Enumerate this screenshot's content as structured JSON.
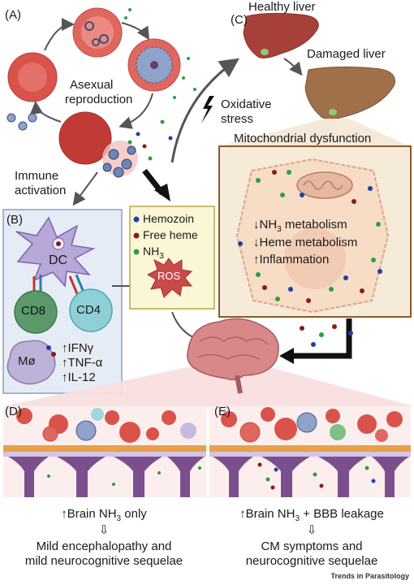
{
  "panels": {
    "a": {
      "letter": "(A)",
      "asexual_line1": "Asexual",
      "asexual_line2": "reproduction",
      "immune_line1": "Immune",
      "immune_line2": "activation"
    },
    "b": {
      "letter": "(B)",
      "dc": "DC",
      "cd8": "CD8",
      "cd4": "CD4",
      "macrophage": "Mø",
      "cytokines": [
        "↑IFNγ",
        "↑TNF-α",
        "↑IL-12"
      ]
    },
    "products": {
      "legend": [
        {
          "label": "Hemozoin",
          "color": "#1f3fa8"
        },
        {
          "label": "Free heme",
          "color": "#8b1a1a"
        },
        {
          "label": "NH",
          "sub": "3",
          "color": "#2e9e3e"
        }
      ],
      "ros": "ROS"
    },
    "c": {
      "letter": "(C)",
      "healthy_liver": "Healthy liver",
      "damaged_liver": "Damaged liver",
      "oxidative_line1": "Oxidative",
      "oxidative_line2": "stress",
      "mito_title": "Mitochondrial dysfunction",
      "effects": [
        {
          "arrow": "↓",
          "pre": "NH",
          "sub": "3",
          "post": " metabolism"
        },
        {
          "arrow": "↓",
          "pre": "Heme metabolism",
          "sub": "",
          "post": ""
        },
        {
          "arrow": "↑",
          "pre": "Inflammation",
          "sub": "",
          "post": ""
        }
      ]
    },
    "d": {
      "letter": "(D)",
      "finding_pre": "↑Brain NH",
      "finding_sub": "3",
      "finding_post": " only",
      "down": "⇩",
      "outcome_line1": "Mild encephalopathy and",
      "outcome_line2": "mild neurocognitive sequelae"
    },
    "e": {
      "letter": "(E)",
      "finding_pre": "↑Brain NH",
      "finding_sub": "3",
      "finding_post": " + BBB leakage",
      "down": "⇩",
      "outcome_line1": "CM symptoms and",
      "outcome_line2": "neurocognitive sequelae"
    }
  },
  "footer": {
    "journal": "Trends in Parasitology"
  },
  "colors": {
    "rbc": "#d9534a",
    "liver_healthy": "#a8403a",
    "liver_damaged": "#a0704a",
    "mito_box": "#f6ead9",
    "mito_border": "#8a5a2a",
    "immune_box": "#e6ecf5",
    "products_box": "#fbf6d6",
    "ros": "#c94a4a",
    "vessel": "#7b4f8e"
  }
}
